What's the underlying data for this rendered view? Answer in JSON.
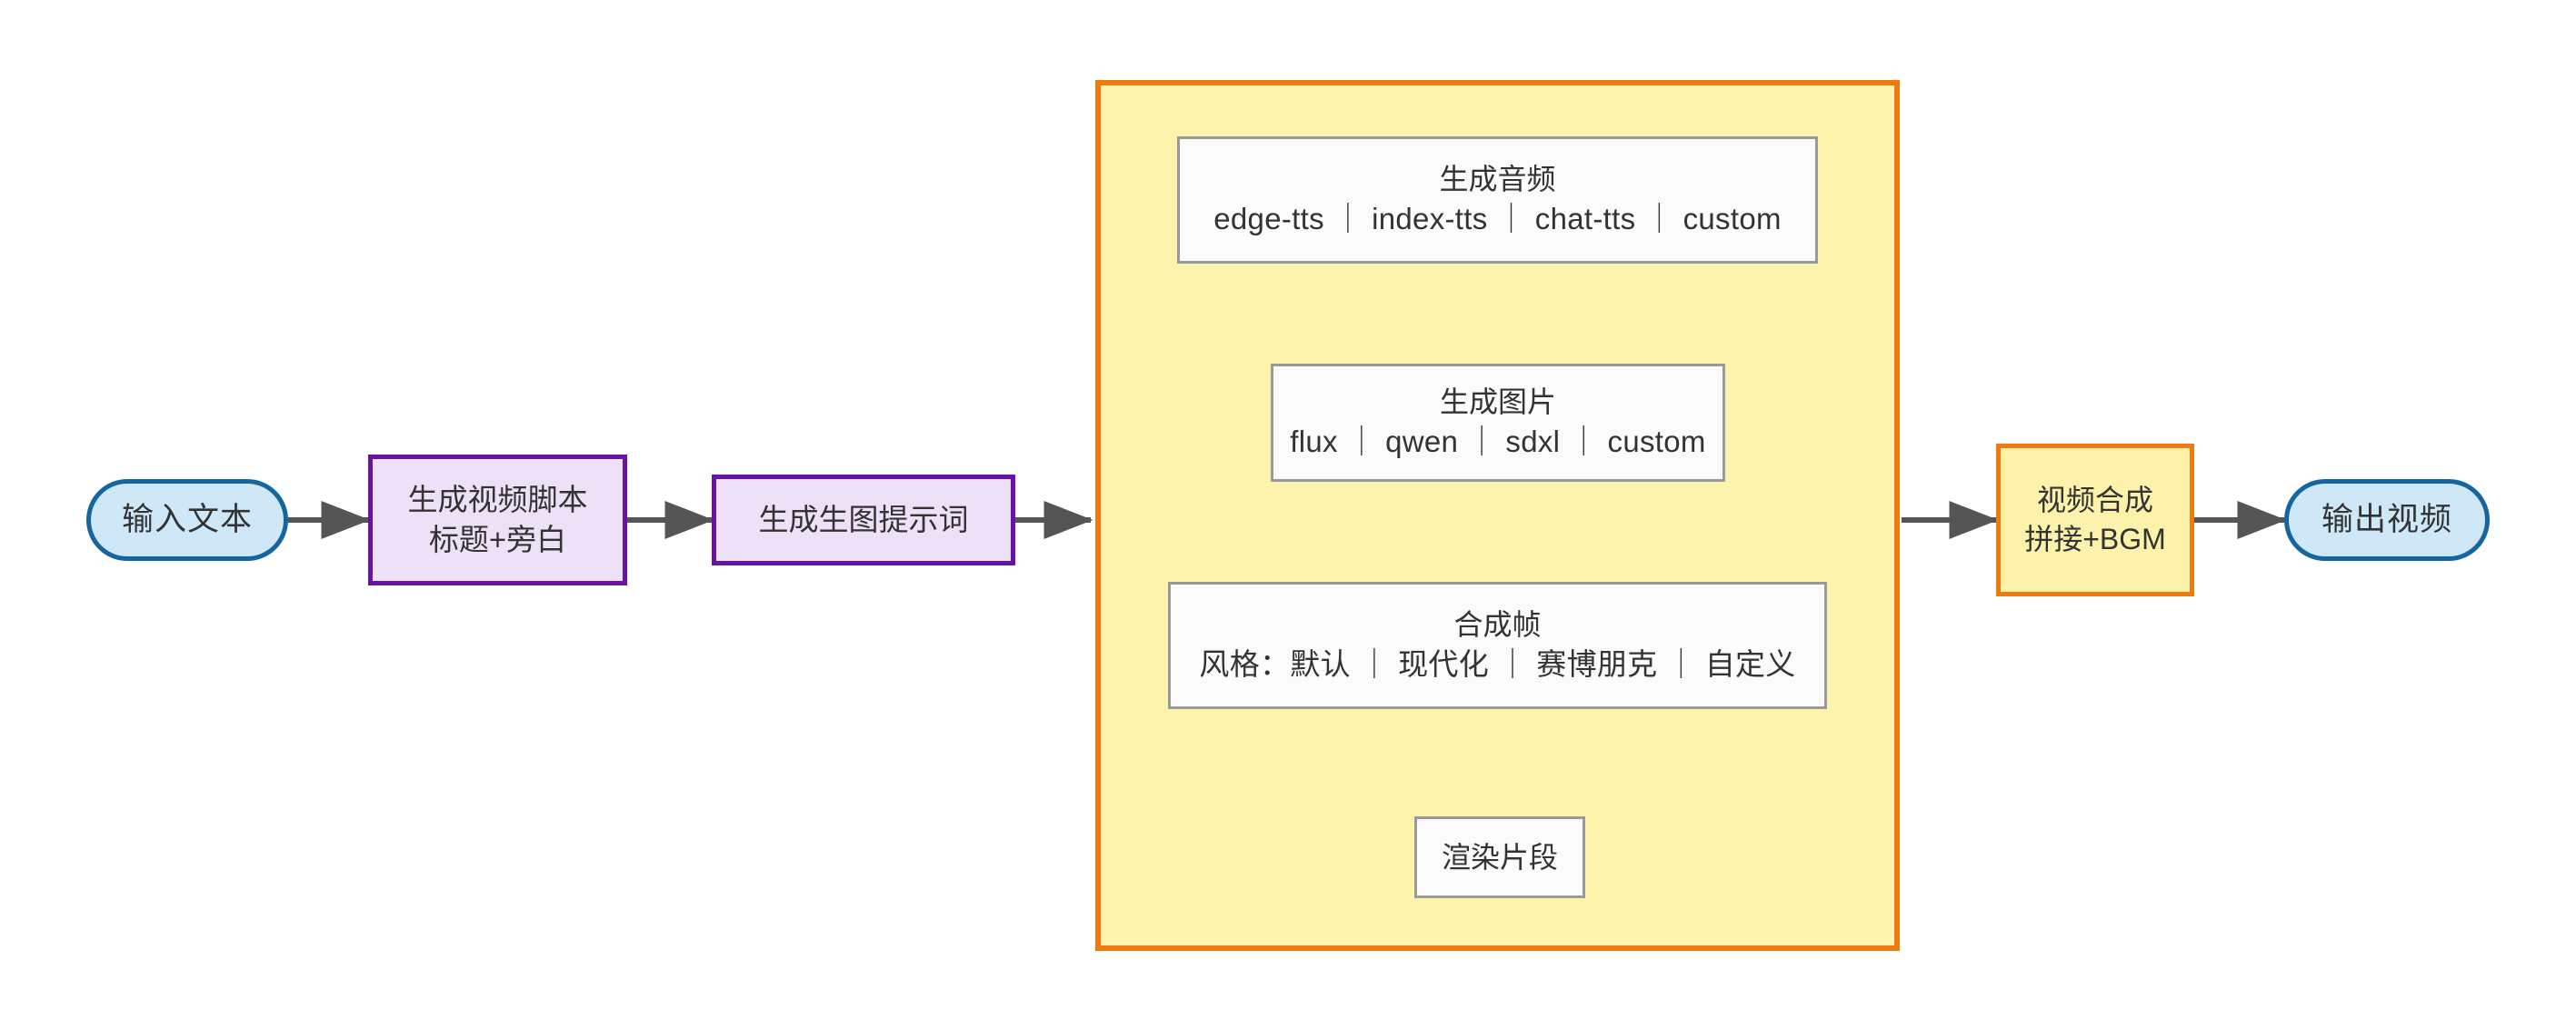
{
  "diagram": {
    "type": "flowchart",
    "direction": "left-to-right",
    "title": "",
    "background_color": "#ffffff",
    "palette": {
      "terminal_fill": "#cfe8f8",
      "terminal_stroke": "#16659f",
      "process_fill": "#ece1f6",
      "process_stroke": "#6a12a8",
      "accent_fill": "#fcf2ab",
      "accent_stroke": "#ef7b10",
      "plain_fill": "#fbfbfb",
      "plain_stroke": "#9a9a9a",
      "cluster_fill": "#fcf3ac",
      "cluster_stroke": "#ef7b10",
      "edge_color": "#555555",
      "text_color": "#333333"
    }
  },
  "nodes": {
    "input_text": {
      "id": "input-text",
      "shape": "stadium",
      "line1": "输入文本"
    },
    "generate_script": {
      "id": "generate-video-script",
      "shape": "rect",
      "line1": "生成视频脚本",
      "line2": "标题+旁白"
    },
    "generate_prompt": {
      "id": "generate-image-prompt",
      "shape": "rect",
      "line1": "生成生图提示词"
    },
    "generate_audio": {
      "id": "generate-audio",
      "shape": "rect",
      "line1": "生成音频",
      "line2": "edge-tts ｜ index-tts ｜ chat-tts ｜ custom",
      "options": [
        "edge-tts",
        "index-tts",
        "chat-tts",
        "custom"
      ]
    },
    "generate_image": {
      "id": "generate-image",
      "shape": "rect",
      "line1": "生成图片",
      "line2": "flux ｜ qwen ｜ sdxl ｜ custom",
      "options": [
        "flux",
        "qwen",
        "sdxl",
        "custom"
      ]
    },
    "compose_frame": {
      "id": "compose-frame",
      "shape": "rect",
      "line1": "合成帧",
      "line2": "风格：默认 ｜ 现代化 ｜ 赛博朋克 ｜ 自定义",
      "options": [
        "默认",
        "现代化",
        "赛博朋克",
        "自定义"
      ]
    },
    "render_clip": {
      "id": "render-clip",
      "shape": "rect",
      "line1": "渲染片段"
    },
    "video_synthesis": {
      "id": "video-synthesis",
      "shape": "rect",
      "line1": "视频合成",
      "line2": "拼接+BGM"
    },
    "output_video": {
      "id": "output-video",
      "shape": "stadium",
      "line1": "输出视频"
    }
  },
  "cluster": {
    "id": "per-segment-pipeline",
    "label": ""
  },
  "edges": [
    {
      "from": "input_text",
      "to": "generate_script",
      "label": ""
    },
    {
      "from": "generate_script",
      "to": "generate_prompt",
      "label": ""
    },
    {
      "from": "generate_prompt",
      "to": "cluster",
      "label": ""
    },
    {
      "from": "generate_audio",
      "to": "generate_image",
      "label": ""
    },
    {
      "from": "generate_image",
      "to": "compose_frame",
      "label": ""
    },
    {
      "from": "compose_frame",
      "to": "render_clip",
      "label": ""
    },
    {
      "from": "cluster",
      "to": "video_synthesis",
      "label": ""
    },
    {
      "from": "video_synthesis",
      "to": "output_video",
      "label": ""
    }
  ]
}
